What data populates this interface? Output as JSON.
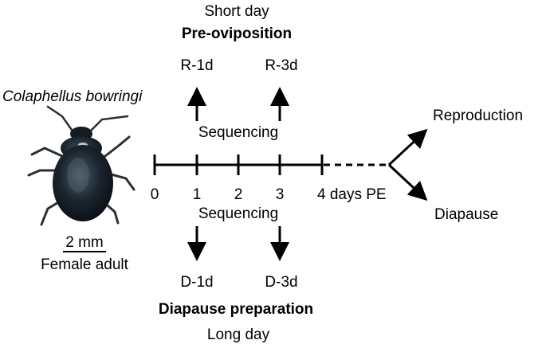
{
  "top": {
    "condition": "Short day",
    "phase": "Pre-oviposition",
    "samples": [
      "R-1d",
      "R-3d"
    ],
    "sequencing": "Sequencing"
  },
  "bottom": {
    "condition": "Long day",
    "phase": "Diapause preparation",
    "samples": [
      "D-1d",
      "D-3d"
    ],
    "sequencing": "Sequencing"
  },
  "specimen": {
    "species": "Colaphellus bowringi",
    "scale_bar": "2 mm",
    "caption": "Female adult",
    "beetle_color": "#1c2630"
  },
  "timeline": {
    "ticks": [
      "0",
      "1",
      "2",
      "3",
      "4 days PE"
    ],
    "outcomes": [
      "Reproduction",
      "Diapause"
    ]
  }
}
